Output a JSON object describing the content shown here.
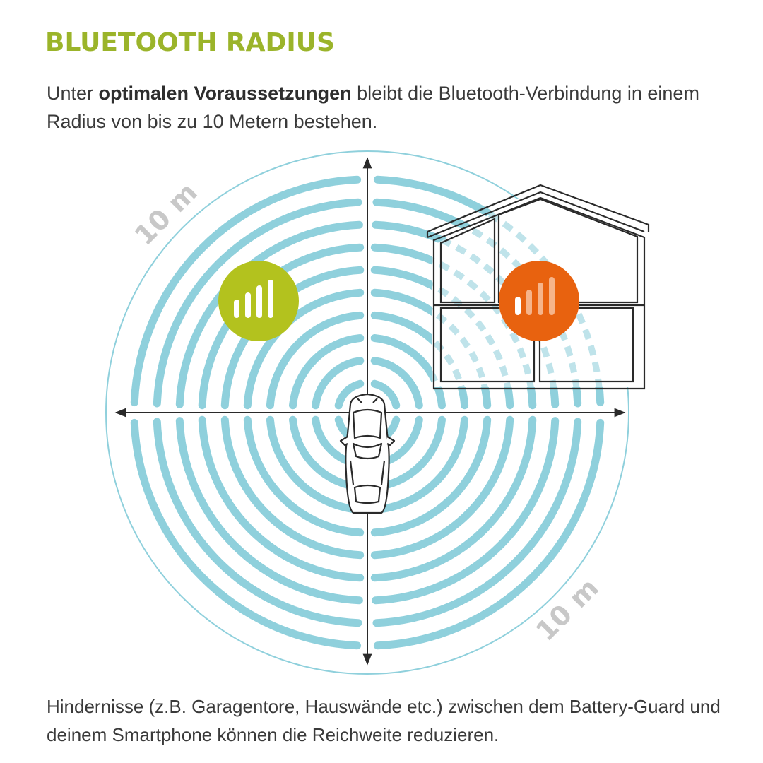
{
  "header": {
    "title": "BLUETOOTH RADIUS",
    "intro_pre": "Unter ",
    "intro_bold": "optimalen Voraussetzungen",
    "intro_post": " bleibt die Bluetooth-Verbindung in einem Radius von bis zu 10 Metern bestehen."
  },
  "diagram": {
    "radius_label_top": "10 m",
    "radius_label_bottom": "10 m",
    "signal_good_icon": "signal-strong-icon",
    "signal_weak_icon": "signal-weak-icon",
    "colors": {
      "rings": "#8fd0dc",
      "signal_good": "#b3c21e",
      "signal_weak": "#e8620f",
      "lines": "#2a2a2a",
      "label": "#c8c8c8"
    }
  },
  "footer": {
    "text": "Hindernisse (z.B. Garagentore, Hauswände etc.) zwischen dem Battery-Guard und deinem Smartphone können die Reichweite reduzieren."
  }
}
